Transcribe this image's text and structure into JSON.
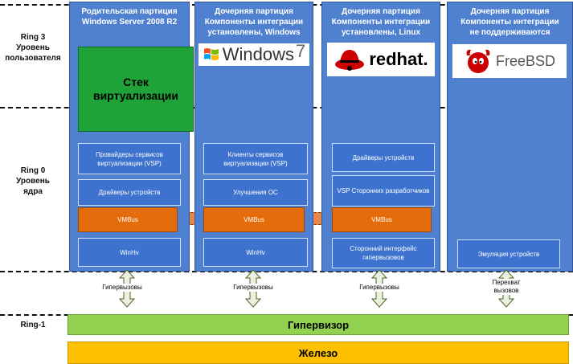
{
  "rings": {
    "ring3": {
      "line1": "Ring 3",
      "line2": "Уровень",
      "line3": "пользователя"
    },
    "ring0": {
      "line1": "Ring 0",
      "line2": "Уровень",
      "line3": "ядра"
    },
    "ring_minus1": {
      "line1": "Ring-1"
    }
  },
  "partitions": {
    "parent": {
      "title1": "Родительская партиция",
      "title2": "Windows Server 2008 R2",
      "stack": "Стек виртуализации",
      "vsp": "Провайдеры сервисов виртуализации (VSP)",
      "drivers": "Драйверы устройств",
      "vmbus": "VMBus",
      "winhv": "WinHv",
      "hypercall": "Гипервызовы"
    },
    "windows": {
      "title1": "Дочерняя партиция",
      "title2": "Компоненты интеграции",
      "title3": "установлены, Windows",
      "logo_text": "Windows",
      "logo_ver": "7",
      "vsc": "Клиенты сервисов виртуализации (VSP)",
      "os": "Улучшения ОС",
      "vmbus": "VMBus",
      "winhv": "WinHv",
      "hypercall": "Гипервызовы"
    },
    "linux": {
      "title1": "Дочерняя партиция",
      "title2": "Компоненты интеграции",
      "title3": "установлены, Linux",
      "logo_text": "redhat.",
      "drivers": "Драйверы устройств",
      "vsp3": "VSP Сторонних разработчиков",
      "vmbus": "VMBus",
      "hyper_if": "Сторонний интерфейс гипервызовов",
      "hypercall": "Гипервызовы"
    },
    "freebsd": {
      "title1": "Дочерняя партиция",
      "title2": "Компоненты интеграции",
      "title3": "не поддерживаются",
      "logo_text": "FreeBSD",
      "emulation": "Эмуляция устройств",
      "intercept1": "Перехват",
      "intercept2": "вызовов"
    }
  },
  "hypervisor": "Гипервизор",
  "hardware": "Железо",
  "colors": {
    "partition": "#4f81d0",
    "vmbus": "#e46c0a",
    "stack": "#1fa338",
    "hypervisor": "#92d050",
    "hardware": "#ffc000"
  }
}
